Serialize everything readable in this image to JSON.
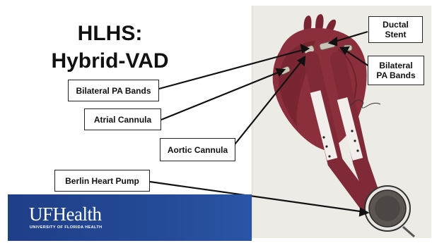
{
  "title": {
    "line1": "HLHS:",
    "line2": "Hybrid-VAD"
  },
  "labels": {
    "ductal_stent": "Ductal\nStent",
    "ductal_stent_l1": "Ductal",
    "ductal_stent_l2": "Stent",
    "bilateral_right_l1": "Bilateral",
    "bilateral_right_l2": "PA Bands",
    "bilateral_left": "Bilateral PA Bands",
    "atrial_cannula": "Atrial Cannula",
    "aortic_cannula": "Aortic Cannula",
    "berlin_pump": "Berlin Heart Pump"
  },
  "footer": {
    "logo_main": "UFHealth",
    "logo_sub": "UNIVERSITY OF FLORIDA HEALTH"
  },
  "colors": {
    "heart": "#8c2f3c",
    "heart_dark": "#6b1f2a",
    "cannula": "#f1eeec",
    "footer_blue": "#234a96",
    "paper": "#ecebe6"
  }
}
